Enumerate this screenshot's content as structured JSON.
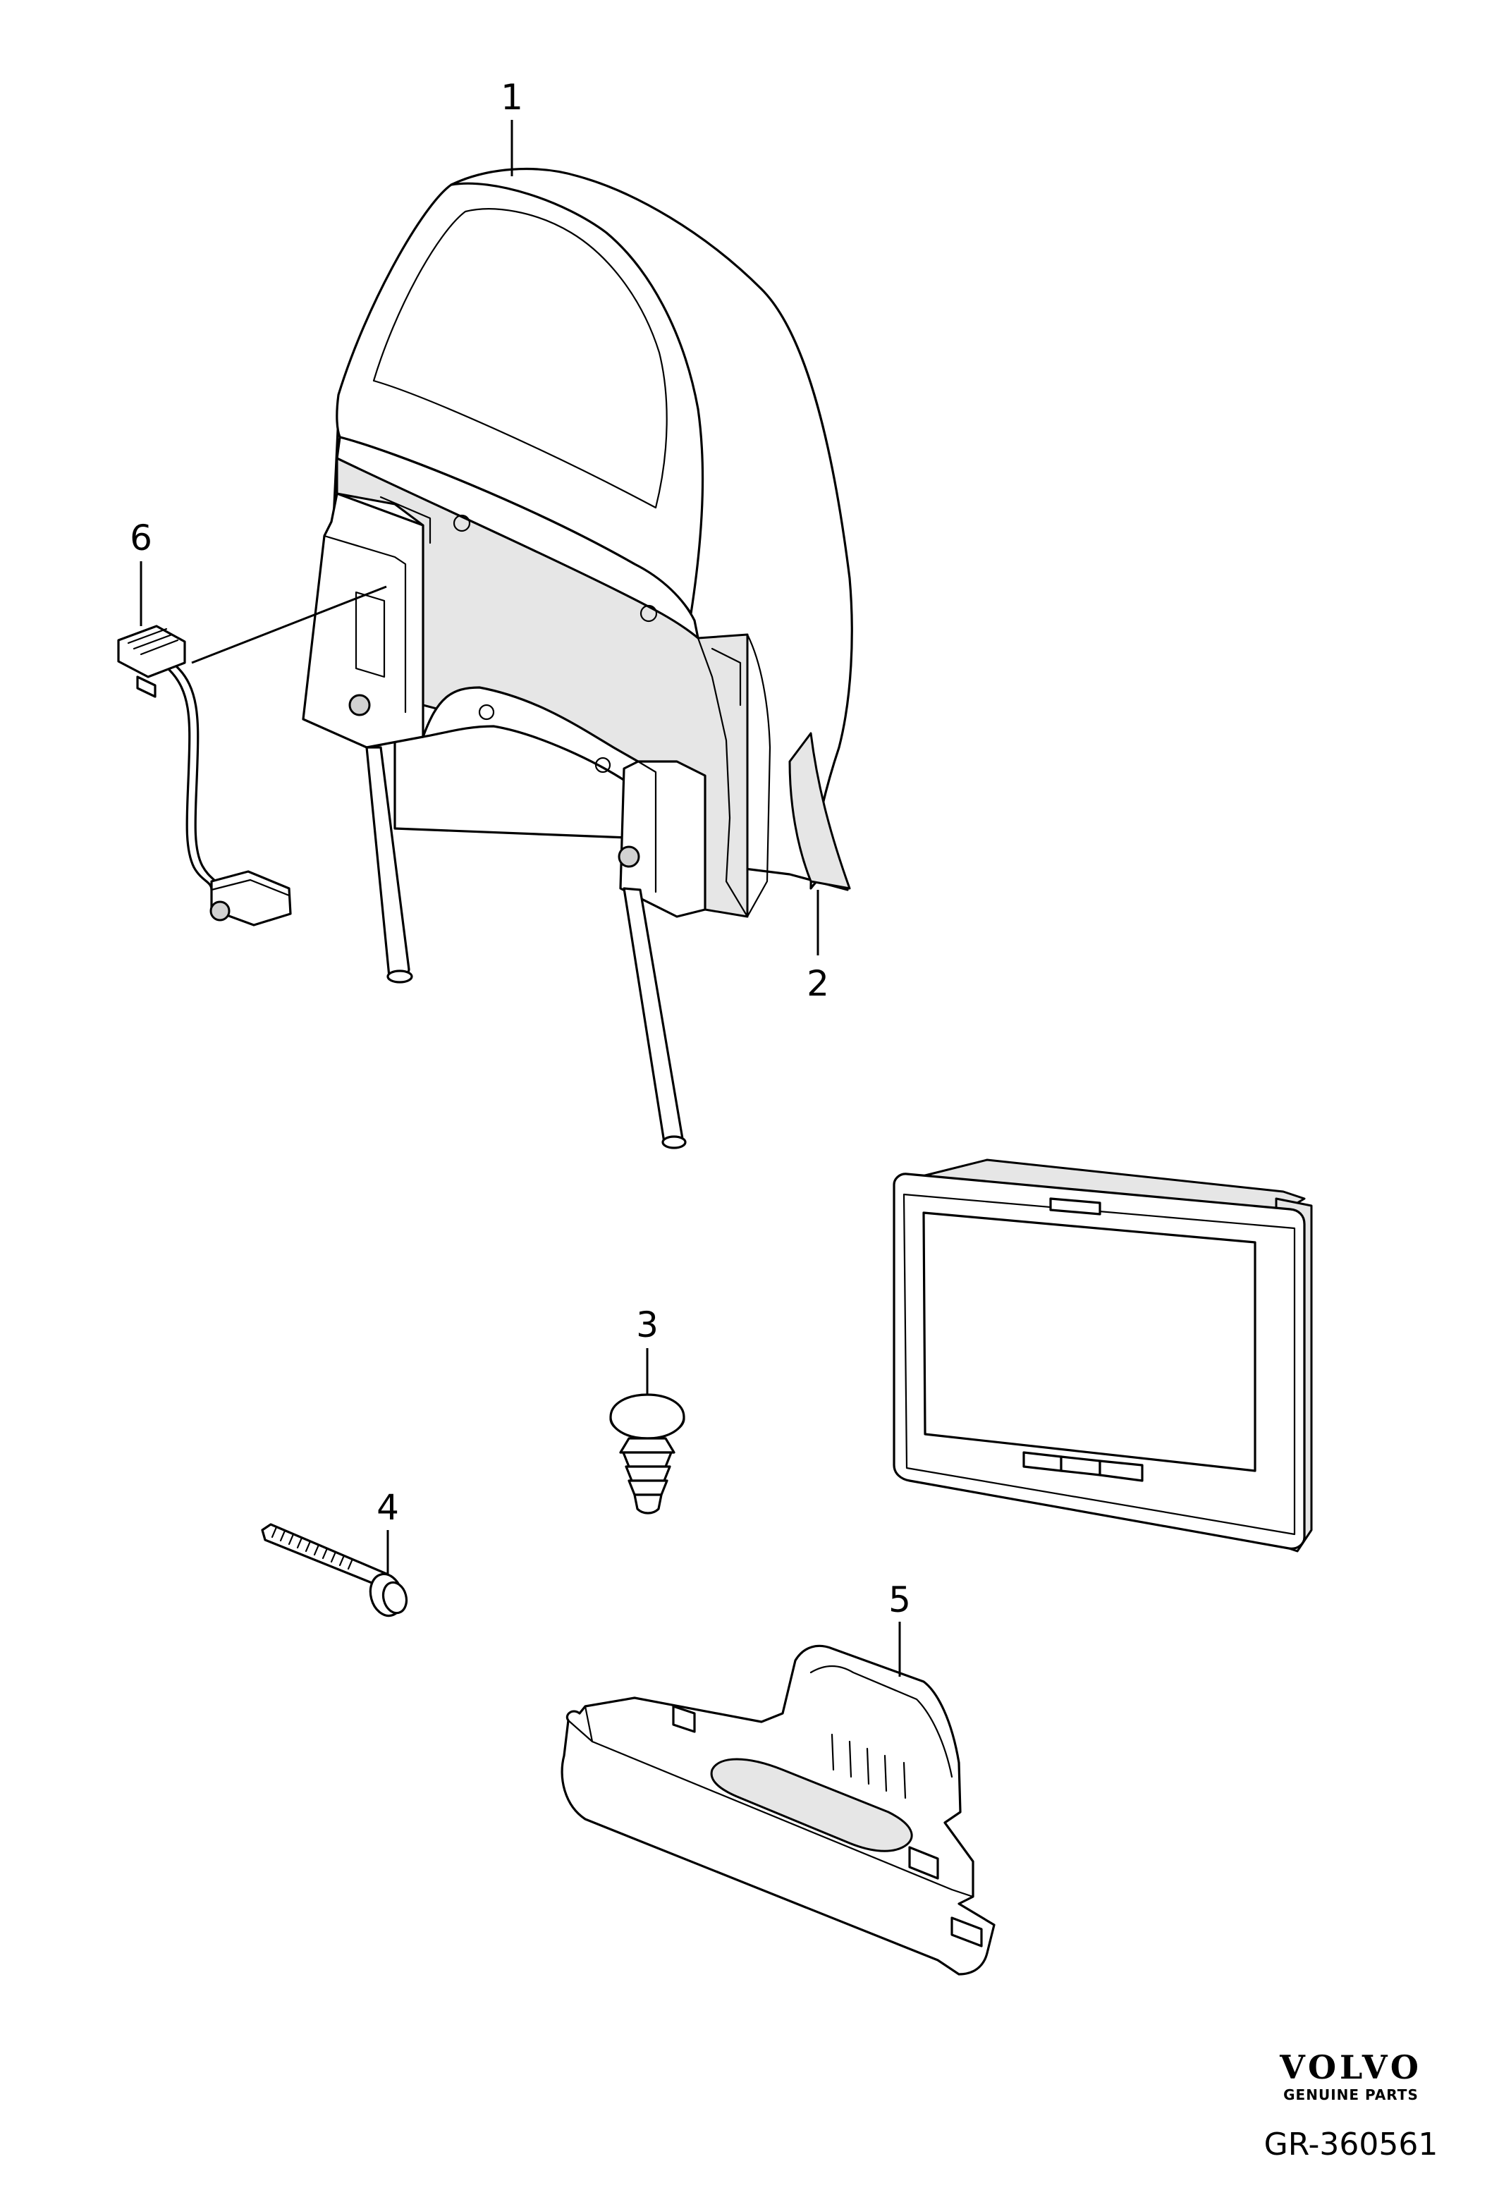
{
  "callouts": {
    "headrest": "1",
    "headrest_cover": "2",
    "clip": "3",
    "screw": "4",
    "bracket": "5",
    "cable_harness": "6"
  },
  "brand": {
    "name": "VOLVO",
    "tagline": "GENUINE PARTS"
  },
  "reference": "GR-360561"
}
